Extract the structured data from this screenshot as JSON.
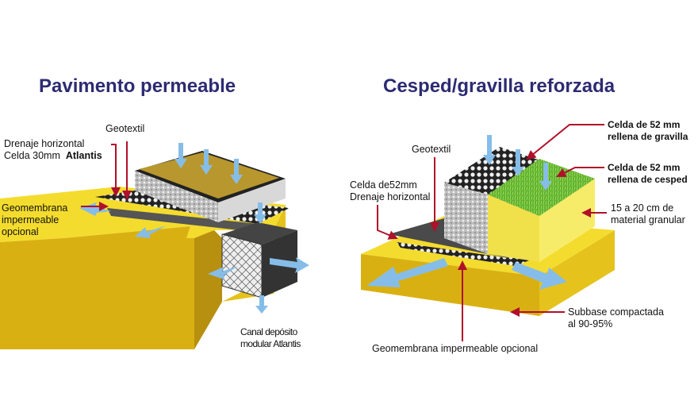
{
  "left": {
    "title": "Pavimento permeable",
    "labels": {
      "geotextil": "Geotextil",
      "drenaje_line1": "Drenaje horizontal",
      "drenaje_line2_prefix": "Celda 30mm",
      "drenaje_line2_brand": "Atlantis",
      "geomembrana_line1": "Geomembrana",
      "geomembrana_line2": "impermeable",
      "geomembrana_line3": "opcional",
      "canal_line1": "Canal depósito",
      "canal_line2": "modular Atlantis"
    }
  },
  "right": {
    "title": "Cesped/gravilla reforzada",
    "labels": {
      "geotextil": "Geotextil",
      "celda_line1": "Celda de52mm",
      "celda_line2": "Drenaje horizontal",
      "gravilla_line1": "Celda de 52 mm",
      "gravilla_line2": "rellena de gravilla",
      "cesped_line1": "Celda de 52 mm",
      "cesped_line2": "rellena de cesped",
      "granular_line1": "15 a 20 cm de",
      "granular_line2": "material granular",
      "subbase_line1": "Subbase compactada",
      "subbase_line2": "al 90-95%",
      "geomembrana": "Geomembrana impermeable opcional"
    }
  },
  "colors": {
    "title": "#2d2b72",
    "leader": "#b0102a",
    "yellow": "#f2d21a",
    "water": "#7fb6e6"
  }
}
